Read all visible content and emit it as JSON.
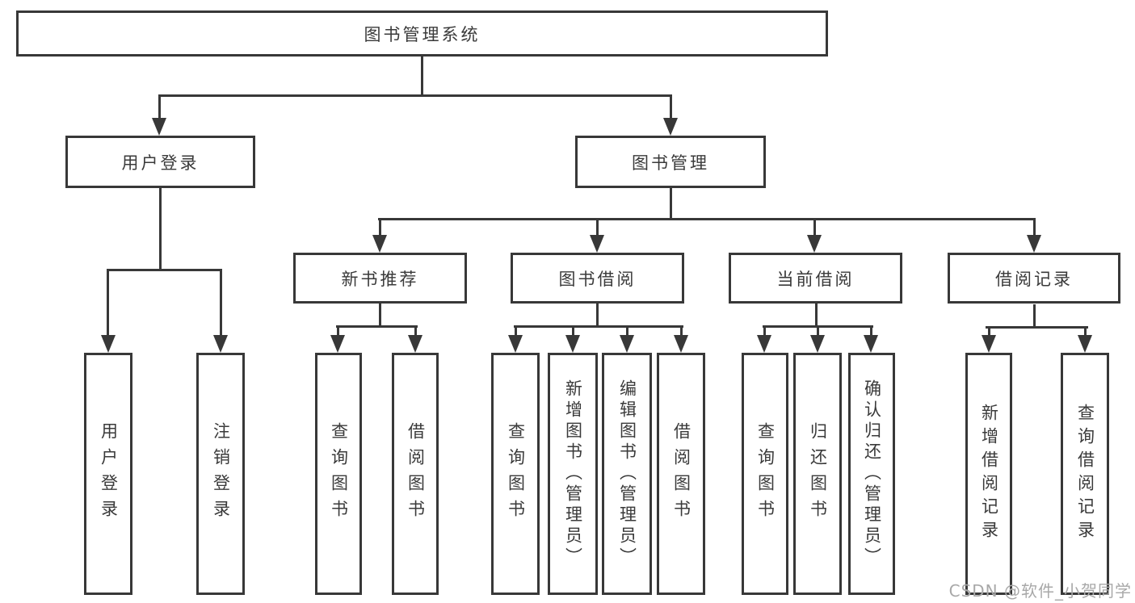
{
  "diagram": {
    "root": {
      "label": "图书管理系统"
    },
    "branches": [
      {
        "label": "用户登录",
        "children": [
          {
            "label": "用户登录"
          },
          {
            "label": "注销登录"
          }
        ]
      },
      {
        "label": "图书管理",
        "children": [
          {
            "label": "新书推荐",
            "children": [
              {
                "label": "查询图书"
              },
              {
                "label": "借阅图书"
              }
            ]
          },
          {
            "label": "图书借阅",
            "children": [
              {
                "label": "查询图书"
              },
              {
                "label": "新增图书（管理员）"
              },
              {
                "label": "编辑图书（管理员）"
              },
              {
                "label": "借阅图书"
              }
            ]
          },
          {
            "label": "当前借阅",
            "children": [
              {
                "label": "查询图书"
              },
              {
                "label": "归还图书"
              },
              {
                "label": "确认归还（管理员）"
              }
            ]
          },
          {
            "label": "借阅记录",
            "children": [
              {
                "label": "新增借阅记录"
              },
              {
                "label": "查询借阅记录"
              }
            ]
          }
        ]
      }
    ],
    "watermark": {
      "text": "CSDN @软件_小贺同学"
    },
    "colors": {
      "line": "#383838",
      "text": "#3a3a3a",
      "background": "#ffffff",
      "watermark": "#a8a8a8"
    }
  }
}
